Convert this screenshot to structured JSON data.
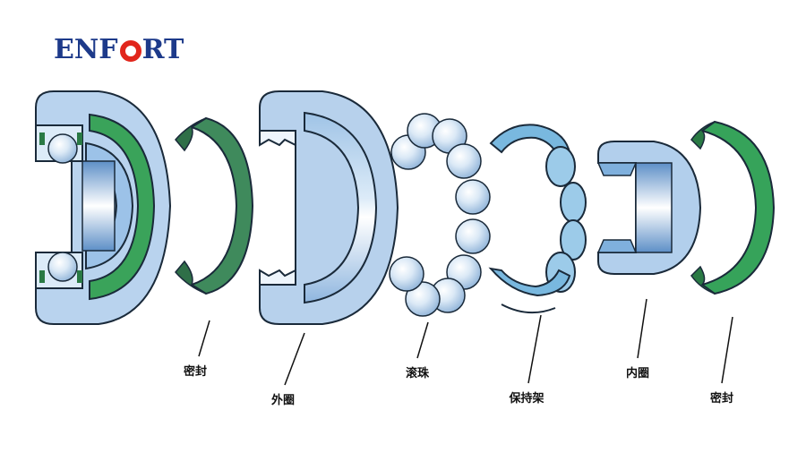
{
  "logo": {
    "part1": "ENF",
    "part2": "RT",
    "alt": "ENFORT"
  },
  "labels": {
    "seal_left": "密封",
    "outer_ring": "外圈",
    "balls": "滚珠",
    "cage": "保持架",
    "inner_ring": "内圈",
    "seal_right": "密封"
  },
  "colors": {
    "blue_light": "#bcd6ee",
    "blue_mid": "#7fb0dd",
    "blue_dark": "#4f86c2",
    "green": "#3aa35a",
    "green_dark": "#2a7a44",
    "cage": "#6fb2dc",
    "logo_blue": "#1d3a8a",
    "logo_red": "#e1261c"
  }
}
